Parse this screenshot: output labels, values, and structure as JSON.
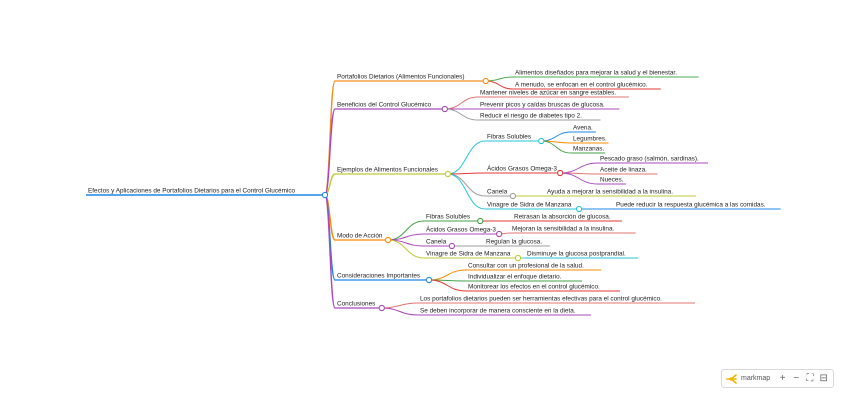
{
  "root": "Efectos y Aplicaciones de Portafolios Dietarios para el Control Glucémico",
  "branches": [
    {
      "label": "Portafolios Dietarios (Alimentos Funcionales)",
      "color": "#f28e1c",
      "children": [
        {
          "label": "Alimentos diseñados para mejorar la salud y el bienestar.",
          "color": "#4caf50"
        },
        {
          "label": "A menudo, se enfocan en el control glucémico.",
          "color": "#e53935"
        }
      ]
    },
    {
      "label": "Beneficios del Control Glucémico",
      "color": "#ab47bc",
      "children": [
        {
          "label": "Mantener niveles de azúcar en sangre estables.",
          "color": "#e57373"
        },
        {
          "label": "Prevenir picos y caídas bruscas de glucosa.",
          "color": "#ab47bc"
        },
        {
          "label": "Reducir el riesgo de diabetes tipo 2.",
          "color": "#9e9e9e"
        }
      ]
    },
    {
      "label": "Ejemplos de Alimentos Funcionales",
      "color": "#c0ca33",
      "children": [
        {
          "label": "Fibras Solubles",
          "color": "#26c6da",
          "children": [
            {
              "label": "Avena.",
              "color": "#1e88e5"
            },
            {
              "label": "Legumbres.",
              "color": "#fb8c00"
            },
            {
              "label": "Manzanas.",
              "color": "#43a047"
            }
          ]
        },
        {
          "label": "Ácidos Grasos Omega-3",
          "color": "#e53935",
          "children": [
            {
              "label": "Pescado graso (salmón, sardinas).",
              "color": "#ab47bc"
            },
            {
              "label": "Aceite de linaza.",
              "color": "#e57373"
            },
            {
              "label": "Nueces.",
              "color": "#ab47bc"
            }
          ]
        },
        {
          "label": "Canela",
          "color": "#9e9e9e",
          "children": [
            {
              "label": "Ayuda a mejorar la sensibilidad a la insulina.",
              "color": "#c0ca33"
            }
          ]
        },
        {
          "label": "Vinagre de Sidra de Manzana",
          "color": "#26c6da",
          "children": [
            {
              "label": "Puede reducir la respuesta glucémica a las comidas.",
              "color": "#1e88e5"
            }
          ]
        }
      ]
    },
    {
      "label": "Modo de Acción",
      "color": "#fb8c00",
      "children": [
        {
          "label": "Fibras Solubles",
          "color": "#43a047",
          "children": [
            {
              "label": "Retrasan la absorción de glucosa.",
              "color": "#e53935"
            }
          ]
        },
        {
          "label": "Ácidos Grasos Omega-3",
          "color": "#ab47bc",
          "children": [
            {
              "label": "Mejoran la sensibilidad a la insulina.",
              "color": "#e57373"
            }
          ]
        },
        {
          "label": "Canela",
          "color": "#ab47bc",
          "children": [
            {
              "label": "Regulan la glucosa.",
              "color": "#9e9e9e"
            }
          ]
        },
        {
          "label": "Vinagre de Sidra de Manzana",
          "color": "#c0ca33",
          "children": [
            {
              "label": "Disminuye la glucosa postprandial.",
              "color": "#26c6da"
            }
          ]
        }
      ]
    },
    {
      "label": "Consideraciones Importantes",
      "color": "#1e88e5",
      "children": [
        {
          "label": "Consultar con un profesional de la salud.",
          "color": "#fb8c00"
        },
        {
          "label": "Individualizar el enfoque dietario.",
          "color": "#43a047"
        },
        {
          "label": "Monitorear los efectos en el control glucémico.",
          "color": "#e53935"
        }
      ]
    },
    {
      "label": "Conclusiones",
      "color": "#ab47bc",
      "children": [
        {
          "label": "Los portafolios dietarios pueden ser herramientas efectivas para el control glucémico.",
          "color": "#e57373"
        },
        {
          "label": "Se deben incorporar de manera consciente en la dieta.",
          "color": "#ab47bc"
        }
      ]
    }
  ],
  "toolbar": {
    "brand": "markmap",
    "brand_icon": "markmap-logo-icon",
    "buttons": [
      {
        "name": "zoom-in-button",
        "glyph": "+"
      },
      {
        "name": "zoom-out-button",
        "glyph": "−"
      },
      {
        "name": "fit-window-button",
        "glyph": "⛶"
      },
      {
        "name": "toggle-recursive-button",
        "glyph": "⊟"
      }
    ]
  }
}
